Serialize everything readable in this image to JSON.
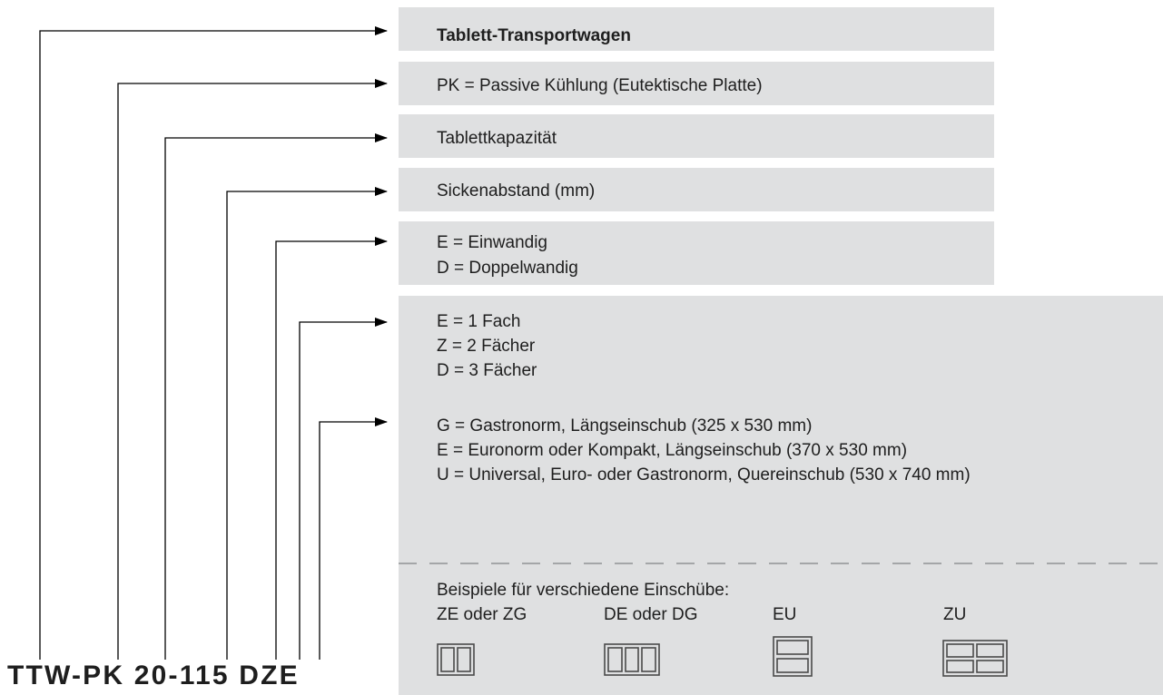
{
  "code": "TTW-PK 20-115 DZE",
  "legend": {
    "title": "Tablett-Transportwagen",
    "pk": "PK = Passive Kühlung (Eutektische Platte)",
    "capacity": "Tablettkapazität",
    "spacing": "Sickenabstand (mm)",
    "walls": [
      "E = Einwandig",
      "D = Doppelwandig"
    ],
    "compartments": [
      "E = 1 Fach",
      "Z = 2 Fächer",
      "D = 3 Fächer"
    ],
    "insertion": [
      "G = Gastronorm, Längseinschub (325 x 530 mm)",
      "E = Euronorm oder Kompakt, Längseinschub (370 x 530 mm)",
      "U = Universal, Euro- oder Gastronorm, Quereinschub (530 x 740 mm)"
    ]
  },
  "examples": {
    "heading": "Beispiele für verschiedene Einschübe:",
    "items": [
      {
        "label": "ZE oder ZG",
        "icon": "two-columns-icon"
      },
      {
        "label": "DE oder DG",
        "icon": "three-columns-icon"
      },
      {
        "label": "EU",
        "icon": "two-rows-icon"
      },
      {
        "label": "ZU",
        "icon": "two-by-two-grid-icon"
      }
    ]
  },
  "colors": {
    "box": "#dfe0e1",
    "line": "#000000",
    "dash": "#a4a6a8",
    "icon_stroke": "#4a4a4a"
  }
}
